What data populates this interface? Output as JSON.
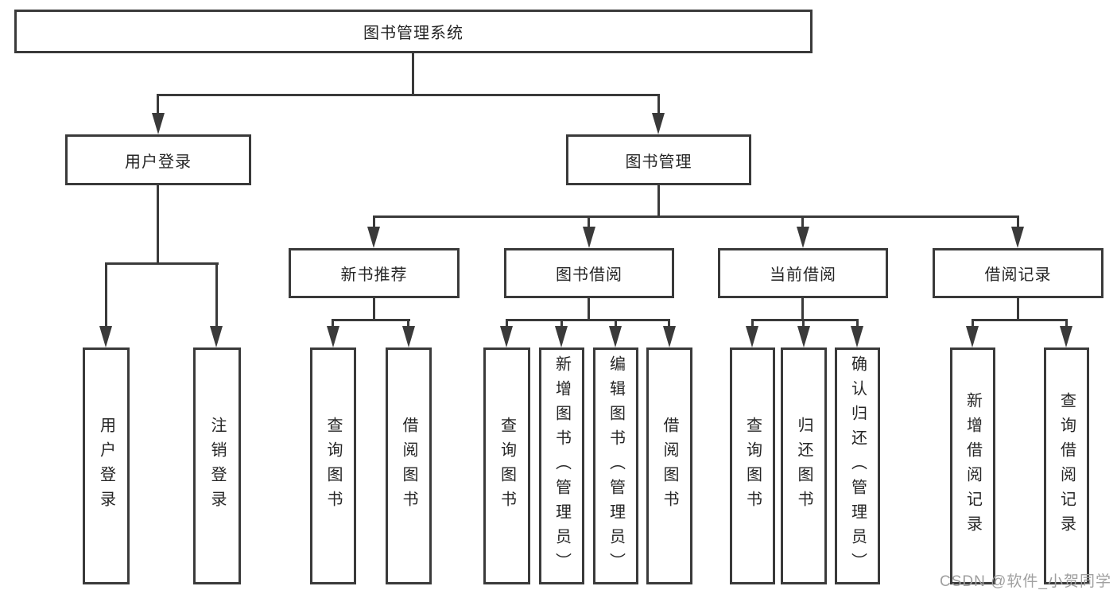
{
  "tree": {
    "root": {
      "label": "图书管理系统",
      "children": [
        {
          "label": "用户登录",
          "children": [
            {
              "label": "用户登录"
            },
            {
              "label": "注销登录"
            }
          ]
        },
        {
          "label": "图书管理",
          "children": [
            {
              "label": "新书推荐",
              "children": [
                {
                  "label": "查询图书"
                },
                {
                  "label": "借阅图书"
                }
              ]
            },
            {
              "label": "图书借阅",
              "children": [
                {
                  "label": "查询图书"
                },
                {
                  "label": "新增图书（管理员）"
                },
                {
                  "label": "编辑图书（管理员）"
                },
                {
                  "label": "借阅图书"
                }
              ]
            },
            {
              "label": "当前借阅",
              "children": [
                {
                  "label": "查询图书"
                },
                {
                  "label": "归还图书"
                },
                {
                  "label": "确认归还（管理员）"
                }
              ]
            },
            {
              "label": "借阅记录",
              "children": [
                {
                  "label": "新增借阅记录"
                },
                {
                  "label": "查询借阅记录"
                }
              ]
            }
          ]
        }
      ]
    }
  },
  "watermark": {
    "text": "CSDN @软件_小贺同学"
  },
  "colors": {
    "line": "#3a3a3a",
    "text": "#262626",
    "watermark": "#9f9f9f",
    "background": "#ffffff"
  }
}
